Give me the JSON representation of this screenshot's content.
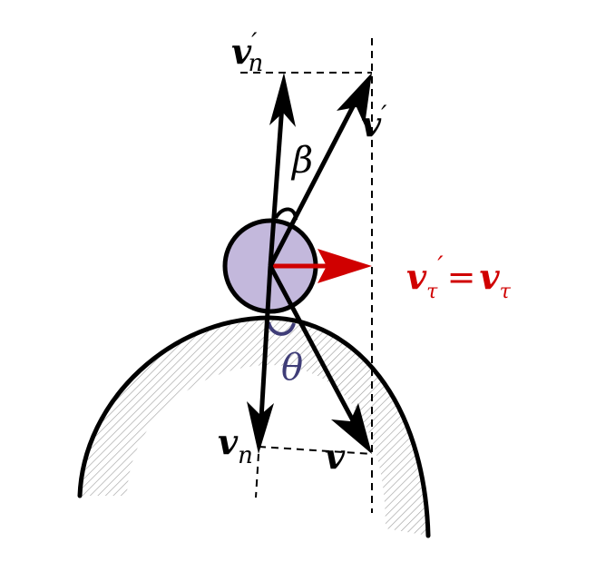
{
  "labels": {
    "vn_prime": {
      "main": "v",
      "prime": "′",
      "sub": "n"
    },
    "v_prime": {
      "main": "v",
      "prime": "′"
    },
    "beta": "β",
    "theta": "θ",
    "vn": {
      "main": "v",
      "sub": "n"
    },
    "v": "v",
    "tangential": {
      "lhs_main": "v",
      "lhs_sub": "τ",
      "prime": "′",
      "eq": "=",
      "rhs_main": "v",
      "rhs_sub": "τ"
    }
  },
  "colors": {
    "ink": "#000000",
    "ball_fill": "#c3b8dc",
    "tangential": "#d00000",
    "theta_color": "#3f3d78",
    "hatch": "#9a9a9a"
  }
}
